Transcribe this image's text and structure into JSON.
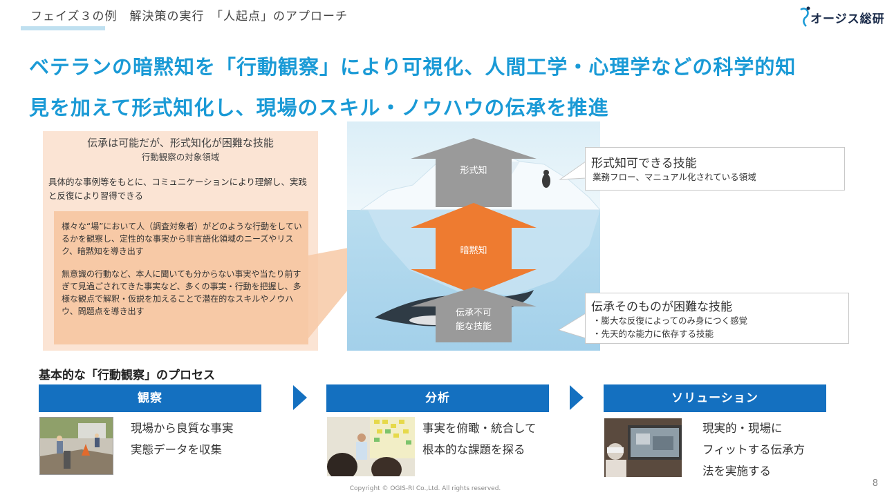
{
  "header": {
    "section_label": "フェイズ３の例　解決策の実行　「人起点」のアプローチ",
    "logo_text": "オージス総研"
  },
  "headline": {
    "line1": "ベテランの暗黙知を「行動観察」により可視化、人間工学・心理学などの科学的知",
    "line2": "見を加えて形式知化し、現場のスキル・ノウハウの伝承を推進"
  },
  "left_panel": {
    "title": "伝承は可能だが、形式知化が困難な技能",
    "subtitle": "行動観察の対象領域",
    "description": "具体的な事例等をもとに、コミュニケーションにより理解し、実践と反復により習得できる",
    "detail_paragraph1": "様々な“場”において人（調査対象者）がどのような行動をしているかを観察し、定性的な事実から非言語化領域のニーズやリスク、暗黙知を導き出す",
    "detail_paragraph2": "無意識の行動など、本人に聞いても分からない事実や当たり前すぎて見過ごされてきた事実など、多くの事実・行動を把握し、多様な観点で解釈・仮説を加えることで潜在的なスキルやノウハウ、問題点を導き出す"
  },
  "iceberg": {
    "top_label": "形式知",
    "middle_label": "暗黙知",
    "bottom_label_line1": "伝承不可",
    "bottom_label_line2": "能な技能",
    "colors": {
      "sky": "#e3f1f8",
      "sea": "#aed6ec",
      "gray_arrow": "#9a9a9a",
      "orange_arrow": "#ee7b30"
    }
  },
  "callouts": {
    "top": {
      "title": "形式知可できる技能",
      "text": "業務フロー、マニュアル化されている領域"
    },
    "bottom": {
      "title": "伝承そのものが困難な技能",
      "item1": "・膨大な反復によってのみ身につく感覚",
      "item2": "・先天的な能力に依存する技能"
    }
  },
  "process": {
    "title": "基本的な「行動観察」のプロセス",
    "steps": [
      {
        "label": "観察",
        "line1": "現場から良質な事実",
        "line2": "実態データを収集"
      },
      {
        "label": "分析",
        "line1": "事実を俯瞰・統合して",
        "line2": "根本的な課題を探る"
      },
      {
        "label": "ソリューション",
        "line1": "現実的・現場に",
        "line2": "フィットする伝承方",
        "line3": "法を実施する"
      }
    ]
  },
  "footer": {
    "copyright": "Copyright © OGIS-RI Co.,Ltd. All rights reserved.",
    "page_number": "8"
  },
  "colors": {
    "accent_blue": "#1a9ad6",
    "step_blue": "#1470c0",
    "panel_peach": "#fbe4d4",
    "inner_peach": "#f7c9a6"
  }
}
